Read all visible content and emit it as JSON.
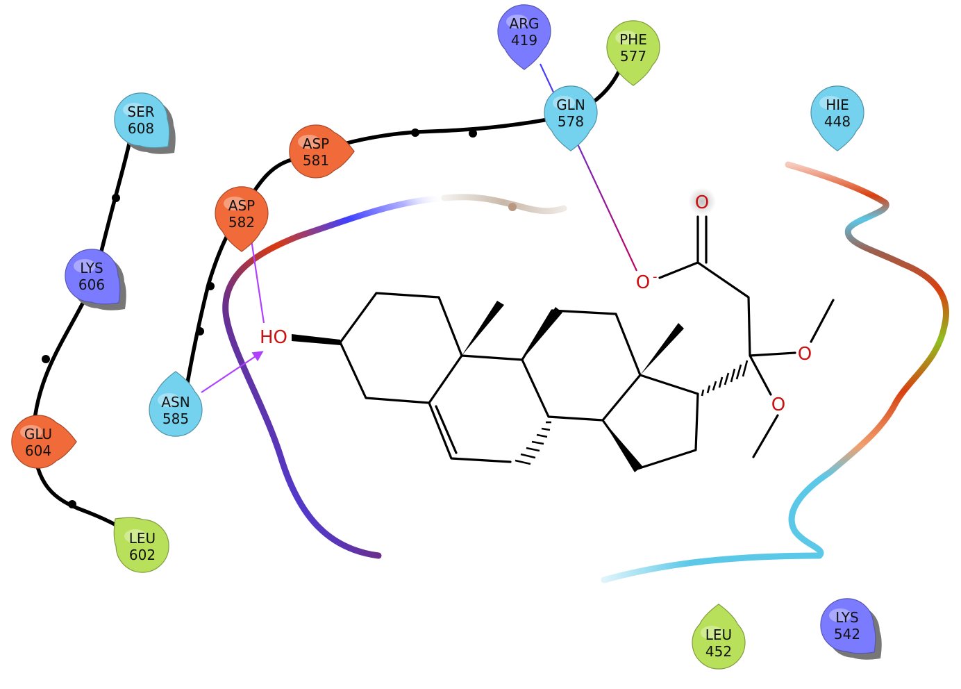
{
  "residues": [
    {
      "name": "ARG",
      "number": "419",
      "type": "positive",
      "color": "#7b7bff",
      "shadow": false
    },
    {
      "name": "PHE",
      "number": "577",
      "type": "hydrophobic",
      "color": "#b8e05a",
      "shadow": false
    },
    {
      "name": "GLN",
      "number": "578",
      "type": "polar",
      "color": "#74d2ee",
      "shadow": false
    },
    {
      "name": "HIE",
      "number": "448",
      "type": "polar",
      "color": "#74d2ee",
      "shadow": false
    },
    {
      "name": "SER",
      "number": "608",
      "type": "polar",
      "color": "#74d2ee",
      "shadow": true
    },
    {
      "name": "ASP",
      "number": "581",
      "type": "negative",
      "color": "#f06a3a",
      "shadow": false
    },
    {
      "name": "ASP",
      "number": "582",
      "type": "negative",
      "color": "#f06a3a",
      "shadow": false
    },
    {
      "name": "LYS",
      "number": "606",
      "type": "positive",
      "color": "#7b7bff",
      "shadow": true
    },
    {
      "name": "GLU",
      "number": "604",
      "type": "negative",
      "color": "#f06a3a",
      "shadow": false
    },
    {
      "name": "ASN",
      "number": "585",
      "type": "polar",
      "color": "#74d2ee",
      "shadow": false
    },
    {
      "name": "LEU",
      "number": "602",
      "type": "hydrophobic",
      "color": "#b8e05a",
      "shadow": false
    },
    {
      "name": "LEU",
      "number": "452",
      "type": "hydrophobic",
      "color": "#b8e05a",
      "shadow": false
    },
    {
      "name": "LYS",
      "number": "542",
      "type": "positive",
      "color": "#7b7bff",
      "shadow": true
    }
  ],
  "ligand_labels": {
    "hydroxyl": "HO",
    "carbonyl_oxygen": "O",
    "carboxylate_oxygen": "O",
    "carboxylate_charge": "-",
    "methoxy_oxygen_1": "O",
    "methoxy_oxygen_2": "O"
  },
  "colors": {
    "hbond_arrow": "#b040ff",
    "salt_bridge_start": "#4040ff",
    "salt_bridge_end": "#c00060",
    "oxygen": "#cc1111",
    "backbone": "#000000"
  }
}
